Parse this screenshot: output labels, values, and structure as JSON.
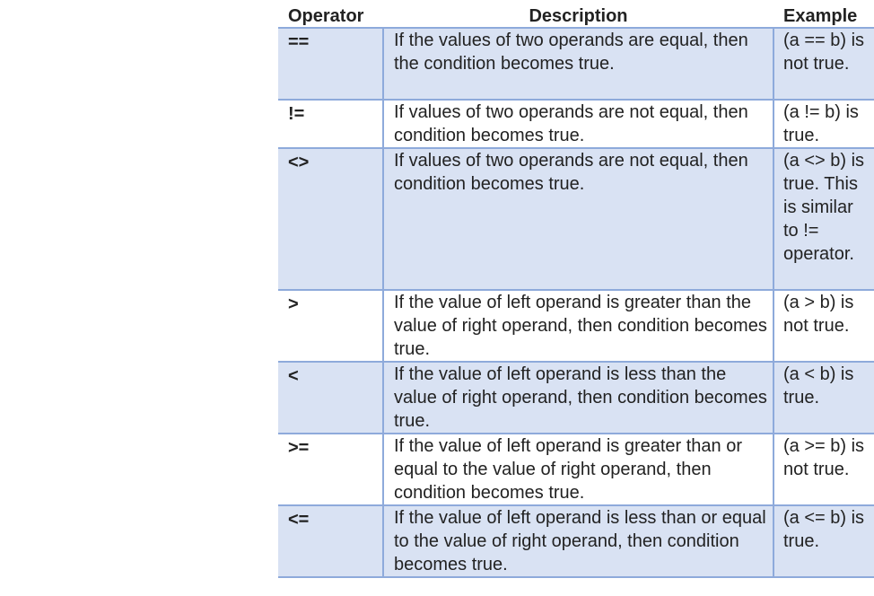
{
  "table": {
    "headers": {
      "operator": "Operator",
      "description": "Description",
      "example": "Example"
    },
    "rows": [
      {
        "operator": "==",
        "description": "If the values of two operands are equal, then the condition becomes true.",
        "example": "(a == b) is not true."
      },
      {
        "operator": "!=",
        "description": "If values of two operands are not equal, then condition becomes true.",
        "example": "(a != b) is true."
      },
      {
        "operator": "<>",
        "description": "If values of two operands are not equal, then condition becomes true.",
        "example": "(a <> b) is true. This is similar to != operator."
      },
      {
        "operator": ">",
        "description": "If the value of left operand is greater than the value of right operand, then condition becomes true.",
        "example": "(a > b) is not true."
      },
      {
        "operator": "<",
        "description": "If the value of left operand is less than the value of right operand, then condition becomes true.",
        "example": "(a < b) is true."
      },
      {
        "operator": ">=",
        "description": "If the value of left operand is greater than or equal to the value of right operand, then condition becomes true.",
        "example": "(a >= b) is not true."
      },
      {
        "operator": "<=",
        "description": "If the value of left operand is less than or equal to the value of right operand, then condition becomes true.",
        "example": "(a <= b) is true."
      }
    ]
  }
}
